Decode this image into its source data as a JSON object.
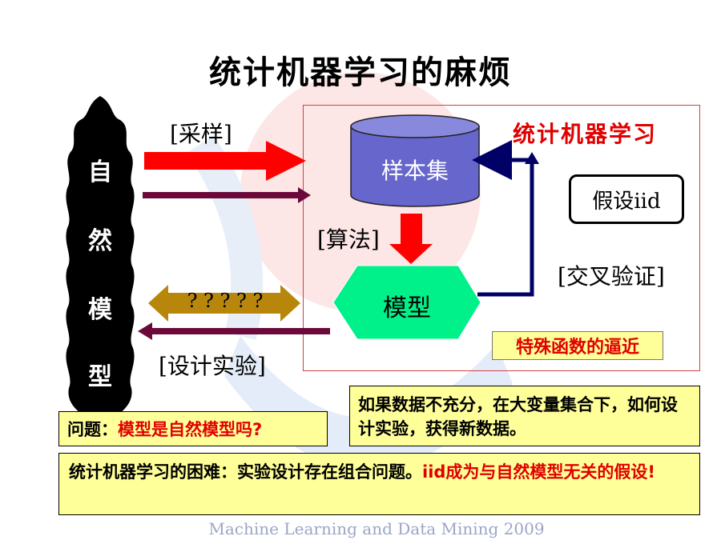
{
  "title": "统计机器学习的麻烦",
  "nature_model": {
    "chars": [
      "自",
      "然",
      "模",
      "型"
    ]
  },
  "labels": {
    "sampling": "[采样]",
    "algorithm": "[算法]",
    "cross_validation": "[交叉验证]",
    "design_experiment": "[设计实验]",
    "unknown": "? ? ? ? ?"
  },
  "stat_learning": {
    "title": "统计机器学习",
    "sample_set": "样本集",
    "model": "模型",
    "assumption": "假设iid",
    "approximation": "特殊函数的逼近"
  },
  "notes": {
    "question_prefix": "问题：",
    "question_main": "模型是自然模型吗?",
    "design": "如果数据不充分，在大变量集合下，如何设计实验，获得新数据。",
    "difficulty_prefix": "统计机器学习的困难：实验设计存在组合问题。",
    "difficulty_red": "iid成为与自然模型无关的假设!"
  },
  "watermark": {
    "text": "Machine Learning and Data Mining 2009"
  },
  "colors": {
    "red": "#e00000",
    "cylinder": "#6666cc",
    "hexagon": "#00f08a",
    "dark_arrow": "#6b0a3a",
    "gold_arrow": "#b8860b",
    "navy_arrow": "#000066",
    "note_bg": "#ffff99"
  }
}
